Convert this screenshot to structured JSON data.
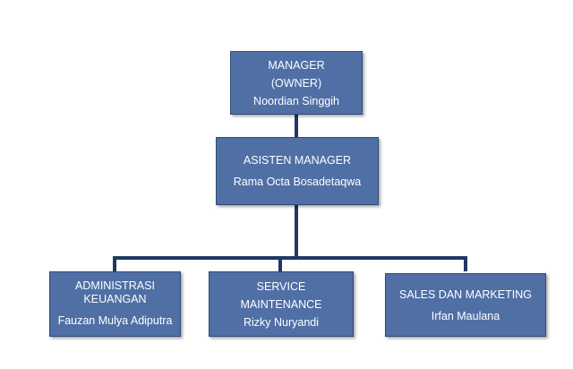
{
  "org_chart": {
    "manager": {
      "title_line1": "MANAGER",
      "title_line2": "(OWNER)",
      "name": "Noordian Singgih"
    },
    "assistant_manager": {
      "title": "ASISTEN MANAGER",
      "name": "Rama Octa Bosadetaqwa"
    },
    "departments": [
      {
        "title_line1": "ADMINISTRASI",
        "title_line2": "KEUANGAN",
        "name": "Fauzan Mulya Adiputra"
      },
      {
        "title_line1": "SERVICE",
        "title_line2": "MAINTENANCE",
        "name": "Rizky Nuryandi"
      },
      {
        "title": "SALES DAN MARKETING",
        "name": "Irfan Maulana"
      }
    ]
  },
  "colors": {
    "box_fill": "#4f6fa5",
    "box_border": "#2f4a7a",
    "connector": "#1f3864",
    "text": "#ffffff"
  }
}
